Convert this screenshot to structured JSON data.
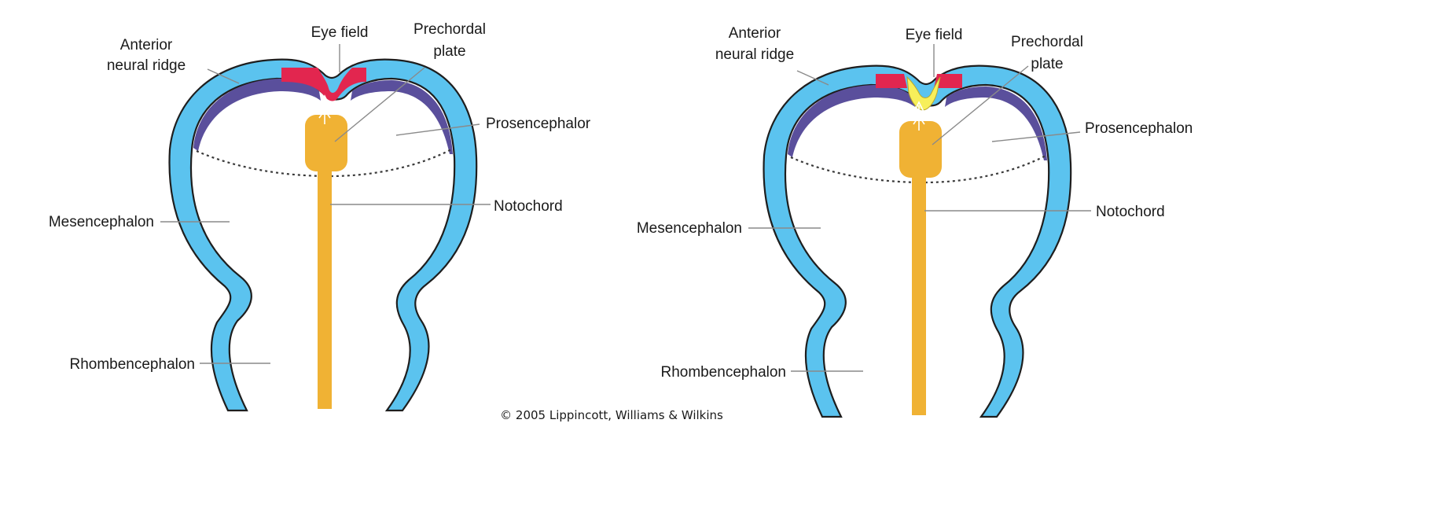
{
  "colors": {
    "ectoderm_blue": "#5bc3ef",
    "anterior_neural_ridge_purple": "#5a4f9c",
    "eye_field_red": "#e2264f",
    "eye_field_center_yellow": "#f7ef5a",
    "notochord_orange": "#f0b234"
  },
  "left_panel": {
    "labels": {
      "anterior_neural_ridge_line1": "Anterior",
      "anterior_neural_ridge_line2": "neural ridge",
      "eye_field": "Eye field",
      "prechordal_plate_line1": "Prechordal",
      "prechordal_plate_line2": "plate",
      "prosencephalon": "Prosencephalor",
      "notochord": "Notochord",
      "mesencephalon": "Mesencephalon",
      "rhombencephalon": "Rhombencephalon"
    }
  },
  "right_panel": {
    "labels": {
      "anterior_neural_ridge_line1": "Anterior",
      "anterior_neural_ridge_line2": "neural ridge",
      "eye_field": "Eye field",
      "prechordal_plate_line1": "Prechordal",
      "prechordal_plate_line2": "plate",
      "prosencephalon": "Prosencephalon",
      "notochord": "Notochord",
      "mesencephalon": "Mesencephalon",
      "rhombencephalon": "Rhombencephalon"
    }
  },
  "copyright": "© 2005 Lippincott, Williams & Wilkins"
}
